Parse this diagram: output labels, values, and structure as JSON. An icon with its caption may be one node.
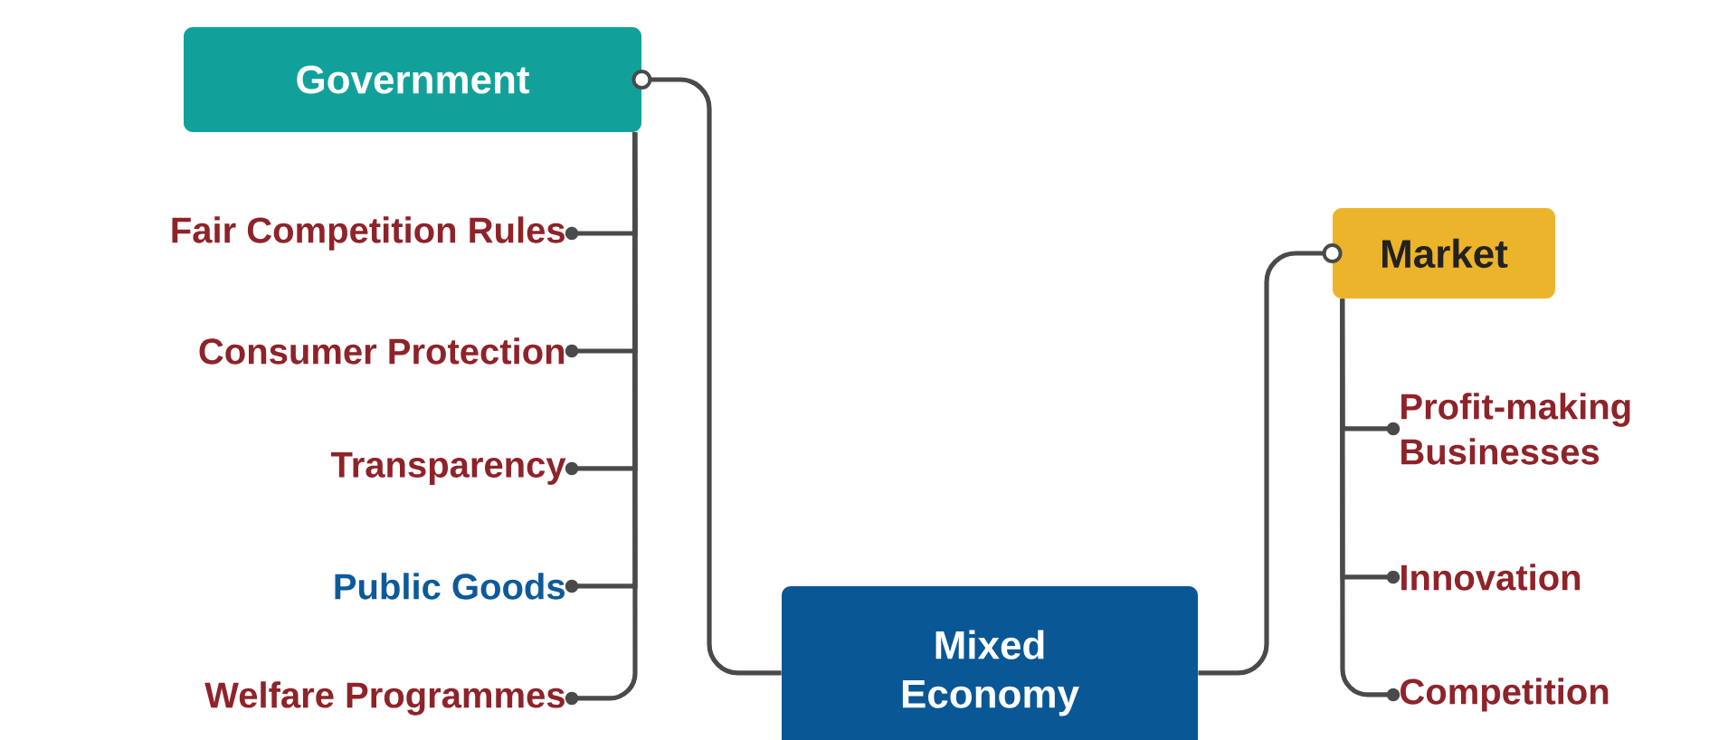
{
  "diagram": {
    "nodes": [
      {
        "text": [
          "Government"
        ]
      },
      {
        "text": [
          "Fair Competition Rules"
        ]
      },
      {
        "text": [
          "Consumer Protection"
        ]
      },
      {
        "text": [
          "Transparency"
        ]
      },
      {
        "text": [
          "Public Goods"
        ]
      },
      {
        "text": [
          "Welfare Programmes"
        ]
      },
      {
        "text": [
          "Market"
        ]
      },
      {
        "text": [
          "Profit-making Businesses"
        ]
      },
      {
        "text": [
          "Innovation"
        ]
      },
      {
        "text": [
          "Competition"
        ]
      },
      {
        "text": [
          "Mixed Economy"
        ]
      }
    ],
    "edges": [
      {
        "from": 10,
        "to": 0,
        "arrow": "other"
      },
      {
        "from": 0,
        "to": 1,
        "arrow": "other"
      },
      {
        "from": 0,
        "to": 2,
        "arrow": "other"
      },
      {
        "from": 0,
        "to": 3,
        "arrow": "other"
      },
      {
        "from": 0,
        "to": 4,
        "arrow": "other"
      },
      {
        "from": 0,
        "to": 5,
        "arrow": "other"
      },
      {
        "from": 10,
        "to": 6,
        "arrow": "other"
      },
      {
        "from": 6,
        "to": 7,
        "arrow": "other"
      },
      {
        "from": 6,
        "to": 8,
        "arrow": "other"
      },
      {
        "from": 6,
        "to": 9,
        "arrow": "other"
      }
    ]
  }
}
